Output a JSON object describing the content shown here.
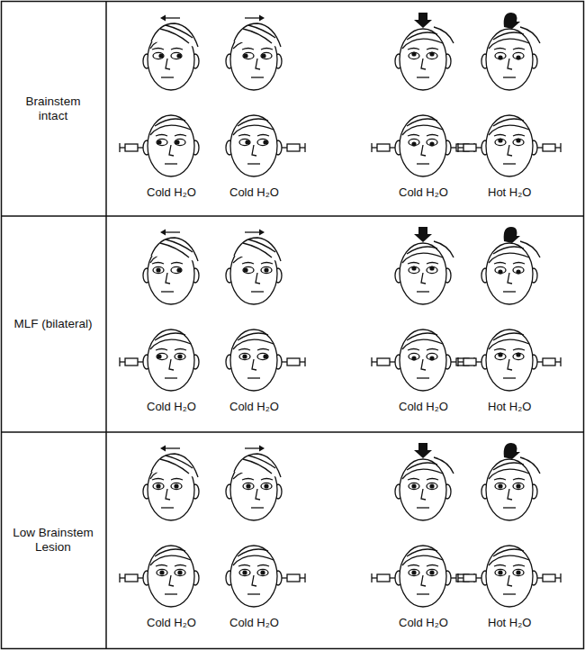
{
  "diagram": {
    "labels": [
      "Brainstem intact",
      "Cold H₂O",
      "Cold H₂O",
      "Cold H₂O",
      "Hot H₂O",
      "MLF (bilateral)",
      "Cold H₂O",
      "Cold H₂O",
      "Cold H₂O",
      "Hot H₂O",
      "Low Brainstem Lesion",
      "Cold H₂O",
      "Cold H₂O",
      "Cold H₂O",
      "Hot H₂O"
    ]
  }
}
